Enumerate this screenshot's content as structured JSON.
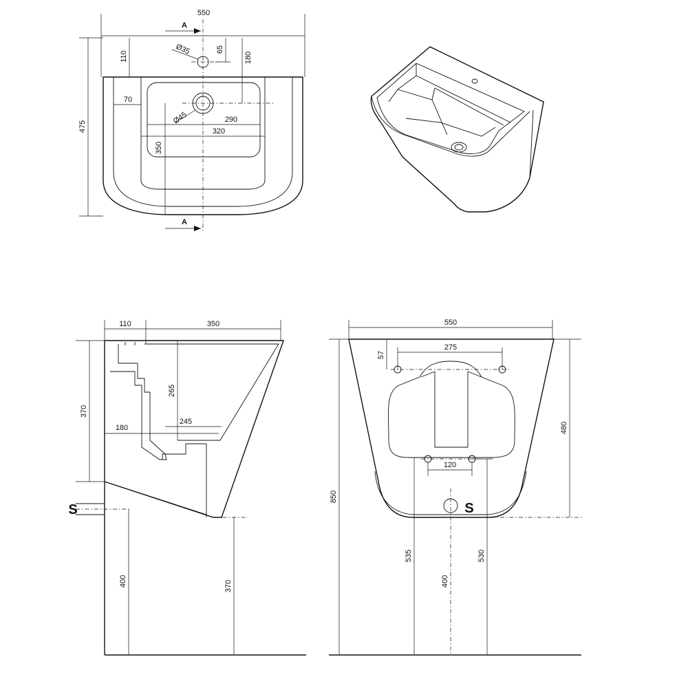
{
  "colors": {
    "line": "#111111",
    "background": "#ffffff"
  },
  "top_view": {
    "width": "550",
    "depth": "475",
    "tap_hole_offset": "110",
    "tap_hole_diameter": "Ø35",
    "tap_hole_from_top": "65",
    "drain_from_top": "180",
    "side_rim": "70",
    "drain_diameter": "Ø45",
    "bowl_width_inner": "290",
    "bowl_width": "320",
    "bowl_depth": "350",
    "section_marker_top": "A",
    "section_marker_bottom": "A"
  },
  "side_view": {
    "wall_projection": "110",
    "bowl_projection": "350",
    "height": "370",
    "drain_height": "265",
    "drain_offset": "245",
    "waste_offset": "180",
    "waste_outlet_label": "S",
    "waste_outlet_height": "400",
    "floor_to_bottom": "370"
  },
  "front_view": {
    "width": "550",
    "fixing_spacing": "275",
    "fixing_from_top": "57",
    "height": "480",
    "lower_fixing_spacing": "120",
    "total_height": "850",
    "lower_fixing_height_left": "535",
    "lower_fixing_height_right": "530",
    "waste_outlet_label": "S",
    "waste_outlet_height": "400"
  }
}
